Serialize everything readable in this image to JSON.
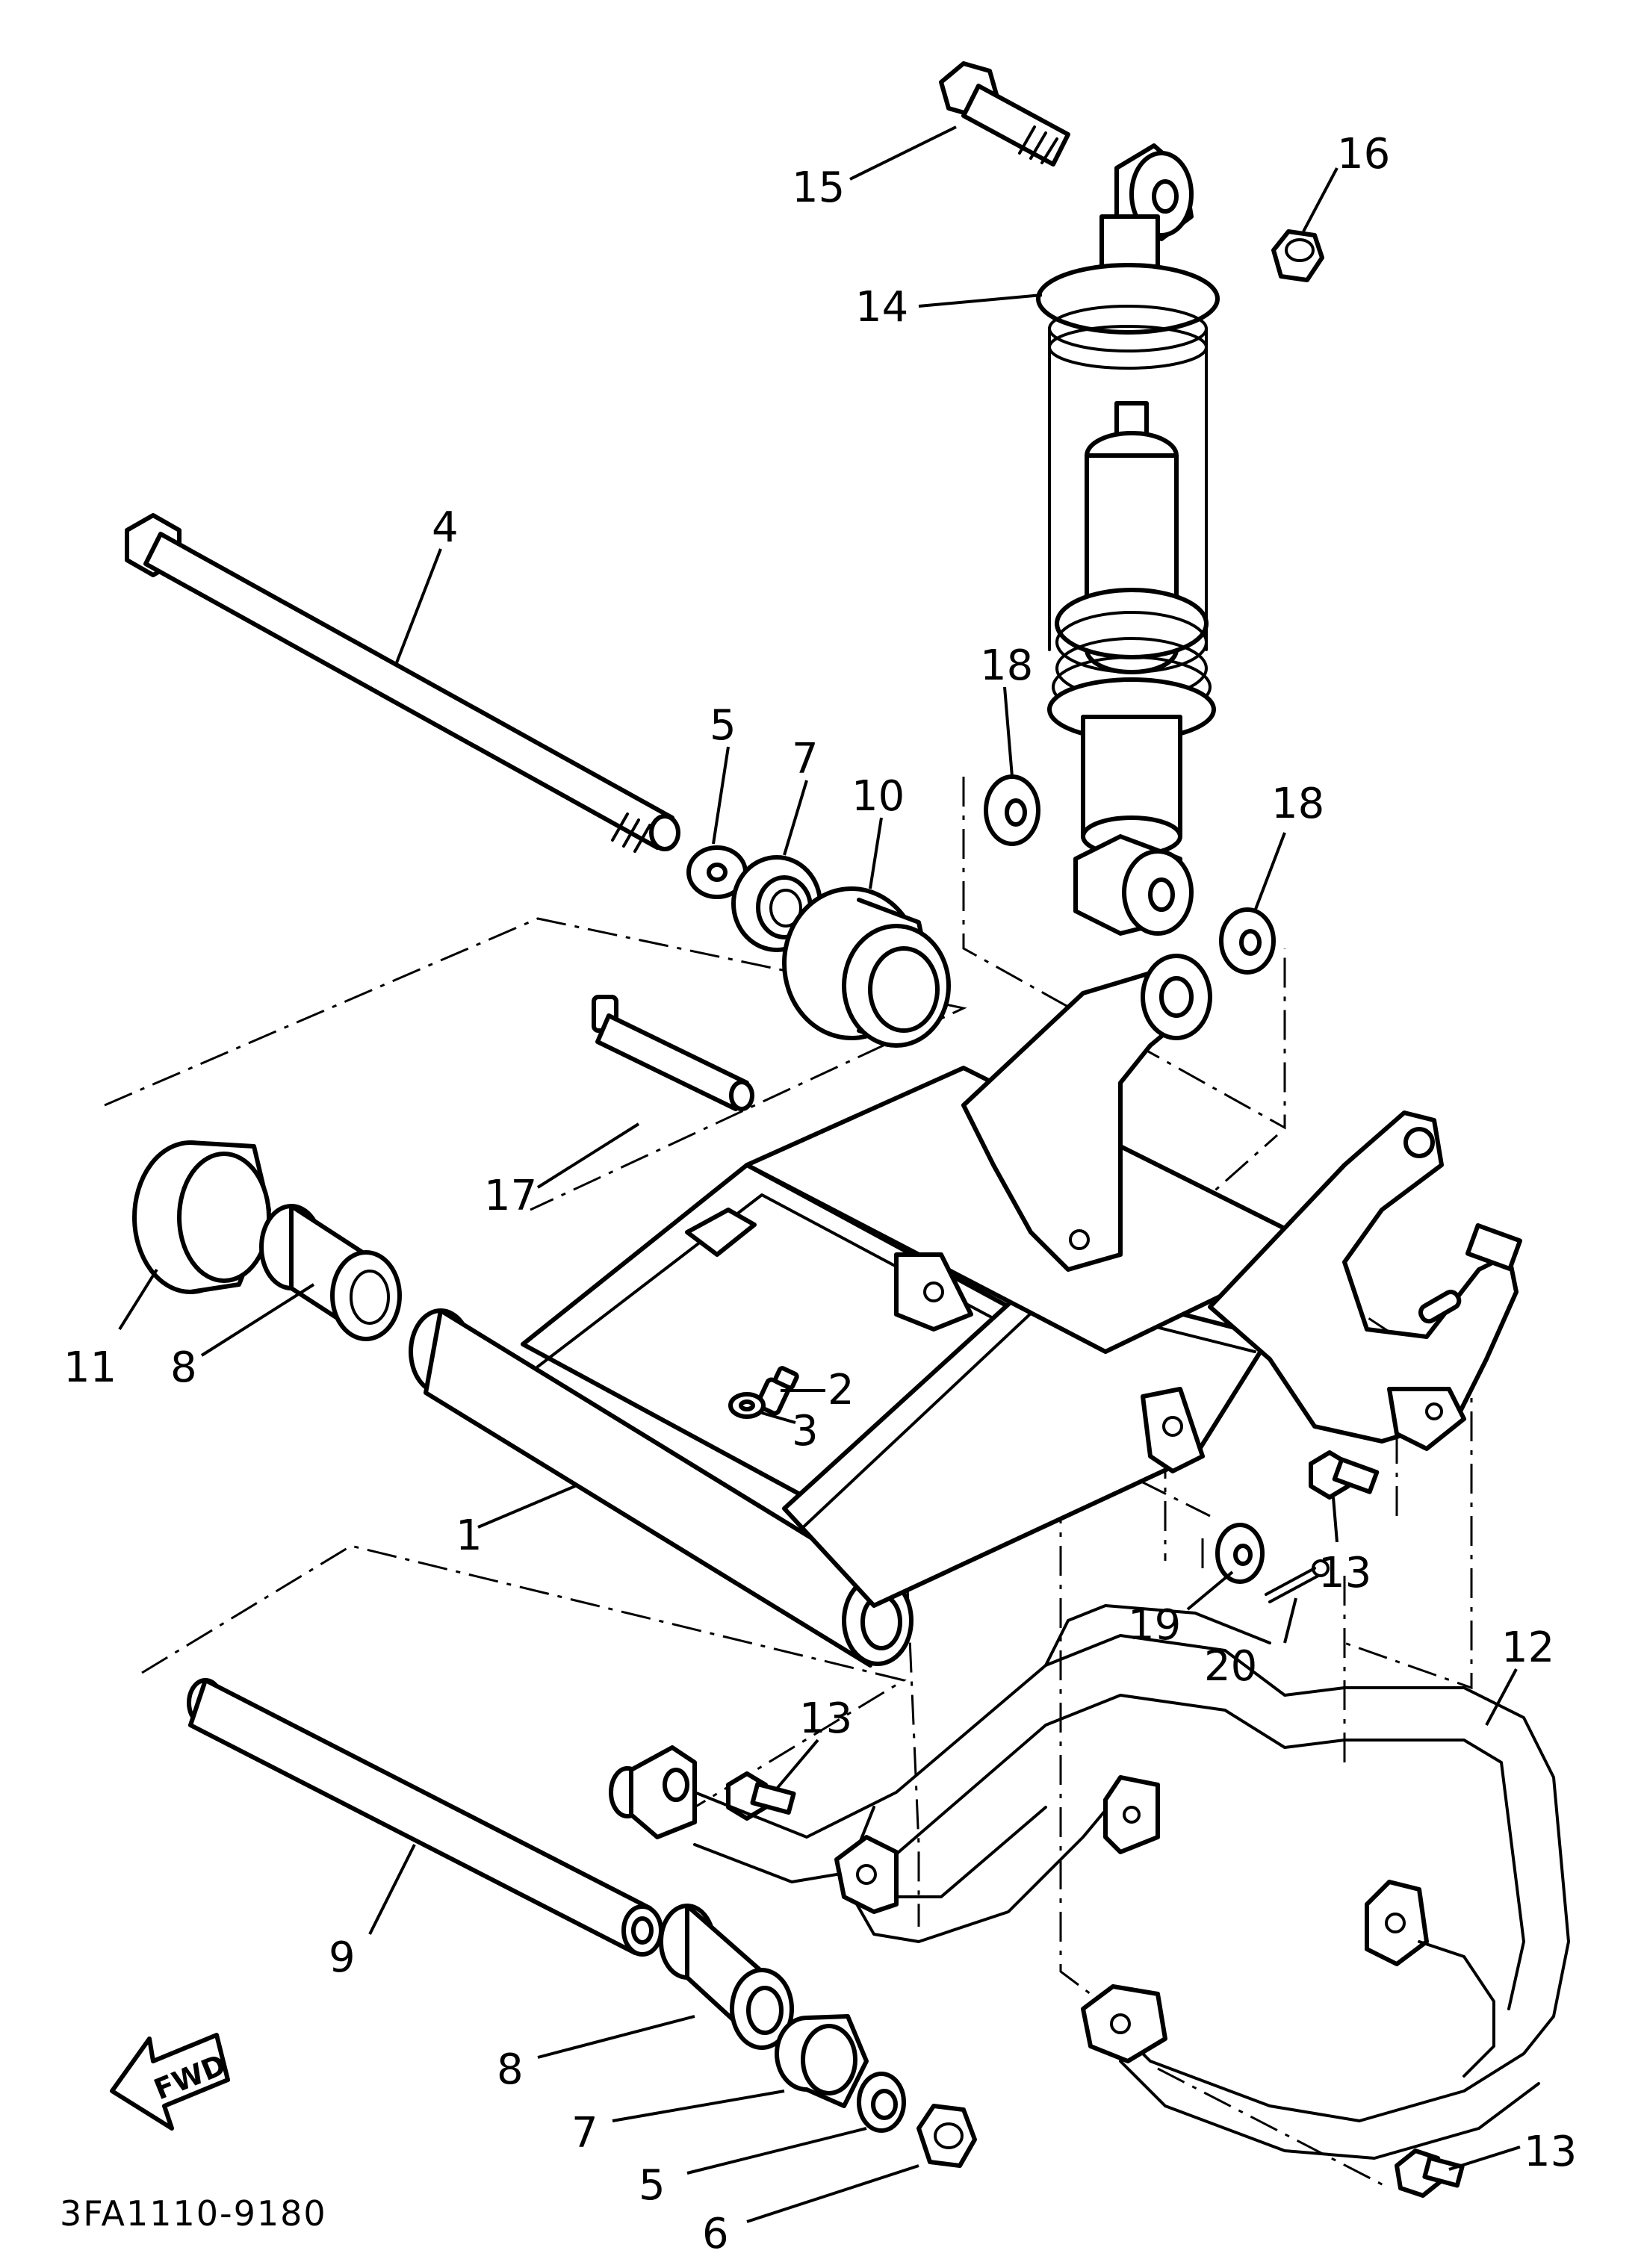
{
  "diagram_code": "3FA1110-9180",
  "direction_label": "FWD",
  "callouts": {
    "c1": "1",
    "c2": "2",
    "c3": "3",
    "c4": "4",
    "c5_top": "5",
    "c5_bottom": "5",
    "c6": "6",
    "c7_top": "7",
    "c7_bottom": "7",
    "c8_left": "8",
    "c8_bottom": "8",
    "c9": "9",
    "c10": "10",
    "c11": "11",
    "c12": "12",
    "c13_a": "13",
    "c13_b": "13",
    "c13_c": "13",
    "c14": "14",
    "c15": "15",
    "c16": "16",
    "c17": "17",
    "c18_left": "18",
    "c18_right": "18",
    "c19": "19",
    "c20": "20"
  }
}
